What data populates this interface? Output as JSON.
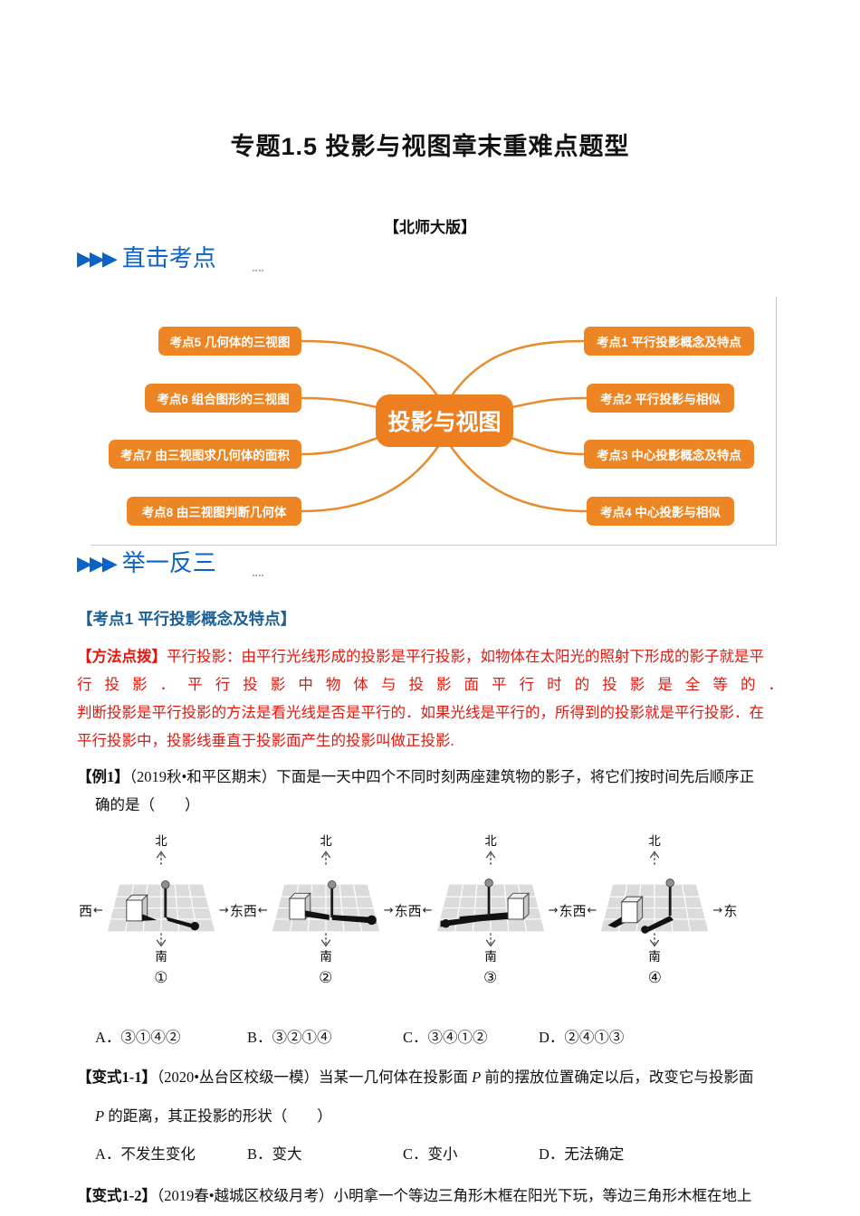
{
  "colors": {
    "accent_orange": "#EE8524",
    "section_blue": "#0B63C5",
    "heading_blue": "#1A5F96",
    "method_red": "#E3170D"
  },
  "page": {
    "title": "专题1.5 投影与视图章末重难点题型",
    "edition": "【北师大版】"
  },
  "sections": {
    "s1_label": "直击考点",
    "s2_label": "举一反三",
    "arrows": "▶▶▶"
  },
  "mindmap": {
    "center": "投影与视图",
    "left": [
      "考点5 几何体的三视图",
      "考点6 组合图形的三视图",
      "考点7 由三视图求几何体的面积",
      "考点8 由三视图判断几何体"
    ],
    "right": [
      "考点1 平行投影概念及特点",
      "考点2 平行投影与相似",
      "考点3 中心投影概念及特点",
      "考点4 中心投影与相似"
    ]
  },
  "kaodian1": {
    "heading": "【考点1 平行投影概念及特点】",
    "method_label": "【方法点拨】",
    "method_line1": "平行投影：由平行光线形成的投影是平行投影，如物体在太阳光的照射下形成的影子就是平",
    "method_line2": "行投影．平行投影中物体与投影面平行时的投影是全等的．",
    "method_line3": "判断投影是平行投影的方法是看光线是否是平行的．如果光线是平行的，所得到的投影就是平行投影．在",
    "method_line4": "平行投影中，投影线垂直于投影面产生的投影叫做正投影."
  },
  "example1": {
    "label": "【例1】",
    "line1": "（2019秋•和平区期末）下面是一天中四个不同时刻两座建筑物的影子，将它们按时间先后顺序正",
    "line2": "确的是（　　）",
    "figures": {
      "north": "北",
      "south": "南",
      "west": "西",
      "east": "东",
      "east_west": "东西",
      "numbers": [
        "①",
        "②",
        "③",
        "④"
      ]
    },
    "choices": [
      {
        "letter": "A．",
        "value": "③①④②"
      },
      {
        "letter": "B．",
        "value": "③②①④"
      },
      {
        "letter": "C．",
        "value": "③④①②"
      },
      {
        "letter": "D．",
        "value": "②④①③"
      }
    ]
  },
  "variant11": {
    "label": "【变式1-1】",
    "seg1": "（2020•丛台区校级一模）当某一几何体在投影面 ",
    "p1": "P",
    "seg2": " 前的摆放位置确定以后，改变它与投影面",
    "p2": "P",
    "seg3": " 的距离，其正投影的形状（　　）",
    "choices": [
      {
        "letter": "A．",
        "value": "不发生变化"
      },
      {
        "letter": "B．",
        "value": "变大"
      },
      {
        "letter": "C．",
        "value": "变小"
      },
      {
        "letter": "D．",
        "value": "无法确定"
      }
    ]
  },
  "variant12": {
    "label": "【变式1-2】",
    "line1": "（2019春•越城区校级月考）小明拿一个等边三角形木框在阳光下玩，等边三角形木框在地上"
  }
}
